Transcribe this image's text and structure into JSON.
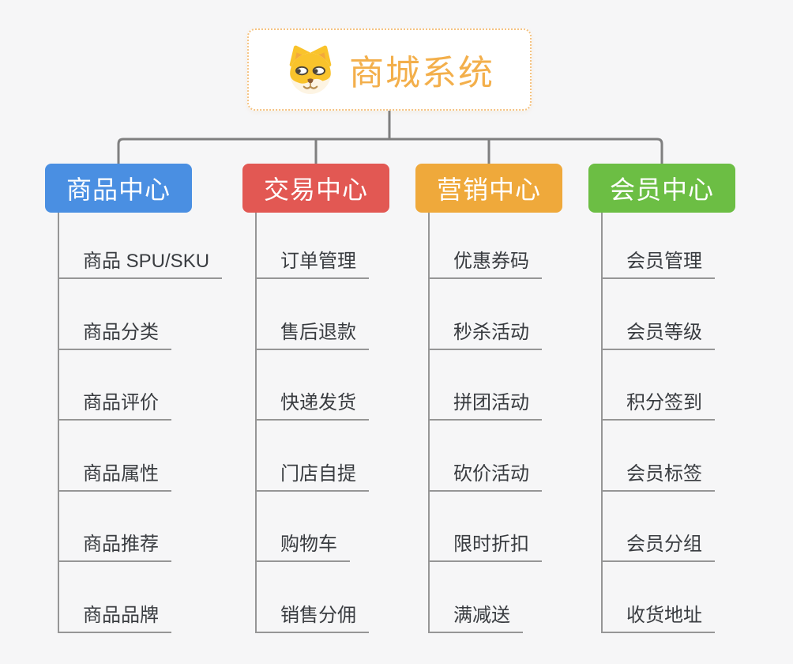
{
  "root": {
    "title": "商城系统",
    "icon": "dog-icon"
  },
  "branches": [
    {
      "label": "商品中心",
      "color": "#4A8FE2",
      "children": [
        "商品 SPU/SKU",
        "商品分类",
        "商品评价",
        "商品属性",
        "商品推荐",
        "商品品牌"
      ]
    },
    {
      "label": "交易中心",
      "color": "#E25853",
      "children": [
        "订单管理",
        "售后退款",
        "快递发货",
        "门店自提",
        "购物车",
        "销售分佣"
      ]
    },
    {
      "label": "营销中心",
      "color": "#EFA93B",
      "children": [
        "优惠券码",
        "秒杀活动",
        "拼团活动",
        "砍价活动",
        "限时折扣",
        "满减送"
      ]
    },
    {
      "label": "会员中心",
      "color": "#6CBE44",
      "children": [
        "会员管理",
        "会员等级",
        "积分签到",
        "会员标签",
        "会员分组",
        "收货地址"
      ]
    }
  ],
  "colors": {
    "background": "#F6F6F7",
    "root_border": "#F5C382",
    "root_text": "#F3AF4B",
    "connector_line": "#7F7F7F",
    "leaf_line": "#969696",
    "leaf_text": "#393C40"
  }
}
